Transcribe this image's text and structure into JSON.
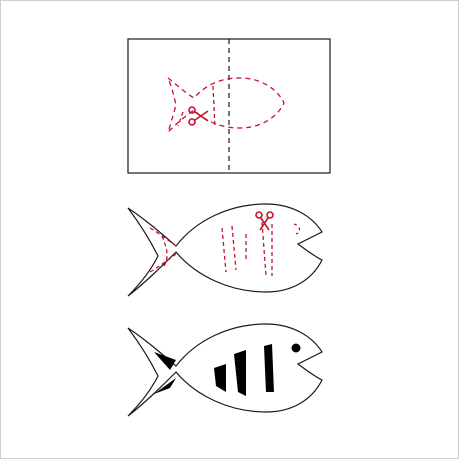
{
  "figure": {
    "panels": [
      {
        "id": "folded-paper-with-cut-lines"
      },
      {
        "id": "unfolded-fish-with-cut-lines"
      },
      {
        "id": "finished-fish-with-cutouts"
      }
    ],
    "colors": {
      "outline": "#1a1a1a",
      "cut_line": "#c8102e",
      "scissors": "#c8102e",
      "cutout_fill": "#000000",
      "background": "#ffffff",
      "frame_border": "#cfcfcf"
    },
    "icons": [
      "scissors-icon",
      "scissors-icon"
    ]
  }
}
